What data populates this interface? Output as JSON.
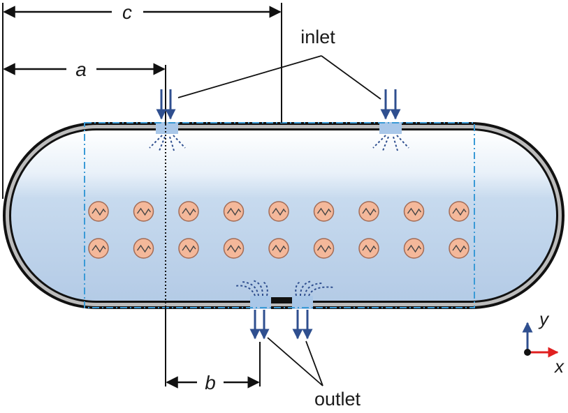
{
  "labels": {
    "inlet": "inlet",
    "outlet": "outlet",
    "dim_a": "a",
    "dim_b": "b",
    "dim_c": "c",
    "axis_x": "x",
    "axis_y": "y"
  },
  "heaters": {
    "rows": 2,
    "per_row": 9
  },
  "colors": {
    "shell_outer": "#111111",
    "shell_middle": "#b9b9b9",
    "fluid_top": "#ffffff",
    "fluid_bottom": "#b8cde6",
    "dash_outline": "#3a9ad6",
    "arrow": "#2f4f8f",
    "heater_fill": "#f4b89a",
    "heater_stroke": "#a26b55",
    "port": "#a9c7e8",
    "axis_x": "#e02020",
    "axis_y": "#2f4f8f"
  }
}
